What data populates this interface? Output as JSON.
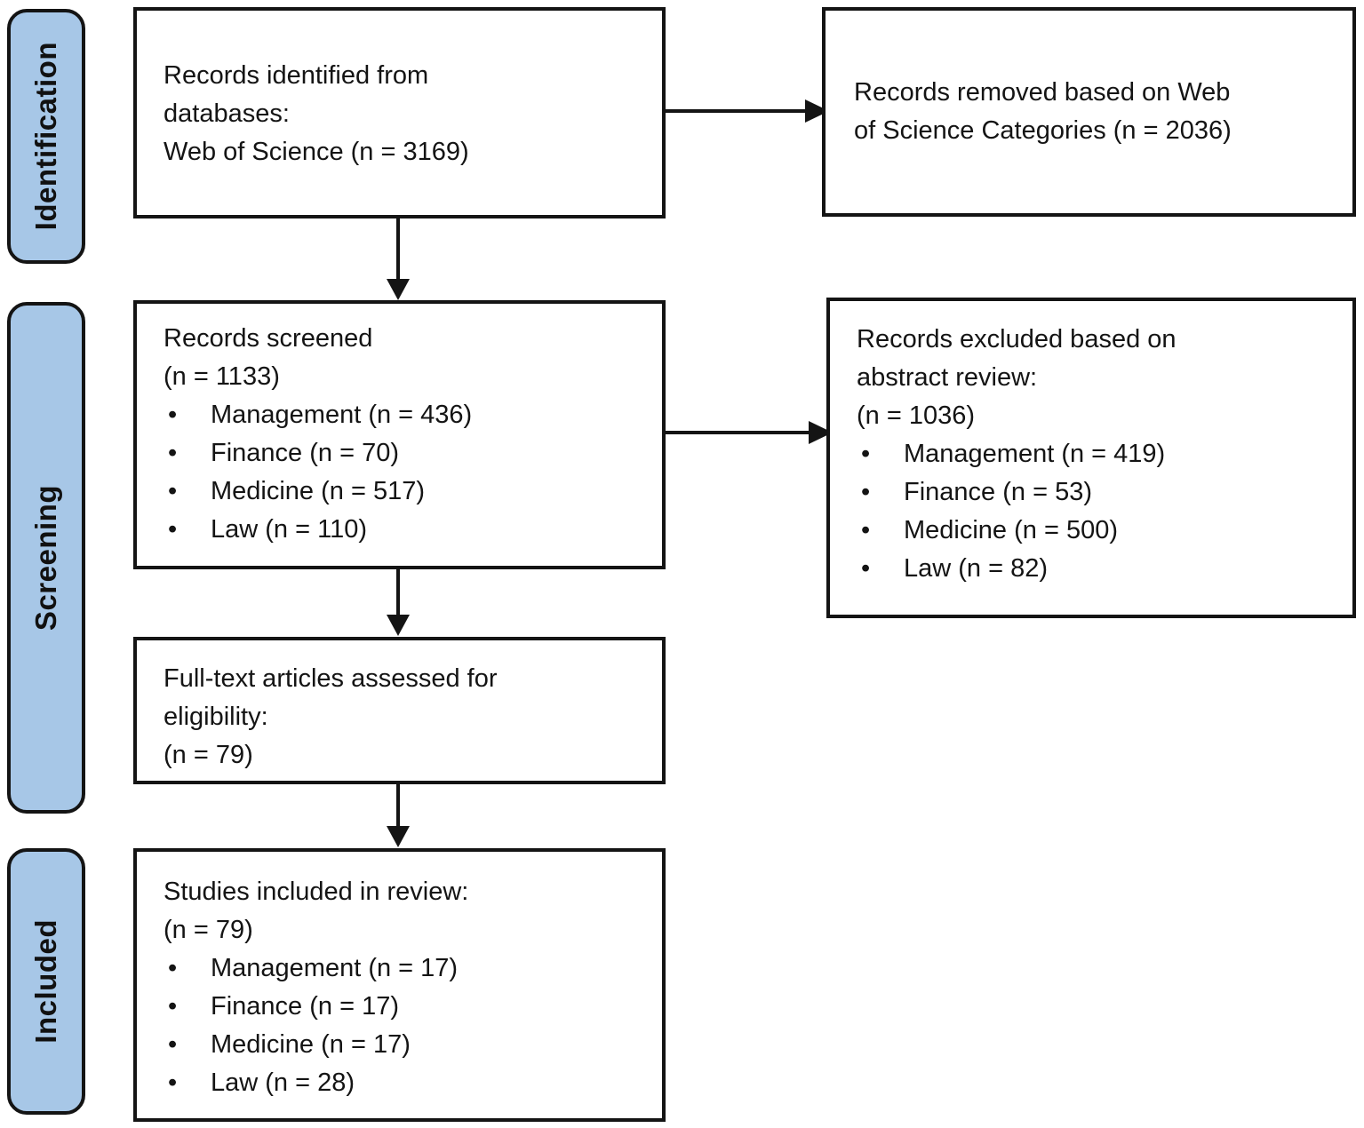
{
  "stages": [
    {
      "label": "Identification"
    },
    {
      "label": "Screening"
    },
    {
      "label": "Included"
    }
  ],
  "boxes": {
    "identified": {
      "lines": [
        "Records identified from",
        "databases:",
        "Web of Science (n = 3169)"
      ]
    },
    "removed": {
      "lines": [
        "Records removed based on Web",
        "of Science Categories (n = 2036)"
      ]
    },
    "screened": {
      "lines": [
        "Records screened",
        "(n = 1133)"
      ],
      "bullets": [
        "Management (n = 436)",
        "Finance (n = 70)",
        "Medicine (n = 517)",
        "Law (n = 110)"
      ]
    },
    "excluded": {
      "lines": [
        "Records excluded based on",
        "abstract review:",
        "(n = 1036)"
      ],
      "bullets": [
        "Management (n = 419)",
        "Finance (n = 53)",
        "Medicine (n = 500)",
        "Law (n = 82)"
      ]
    },
    "fulltext": {
      "lines": [
        "Full-text articles assessed for",
        "eligibility:",
        "(n = 79)"
      ]
    },
    "included": {
      "lines": [
        "Studies included in review:",
        "(n = 79)"
      ],
      "bullets": [
        "Management (n = 17)",
        "Finance (n = 17)",
        "Medicine (n = 17)",
        "Law (n = 28)"
      ]
    }
  },
  "colors": {
    "stage_fill": "#a7c7e7",
    "line_color": "#141414",
    "background": "#ffffff"
  }
}
